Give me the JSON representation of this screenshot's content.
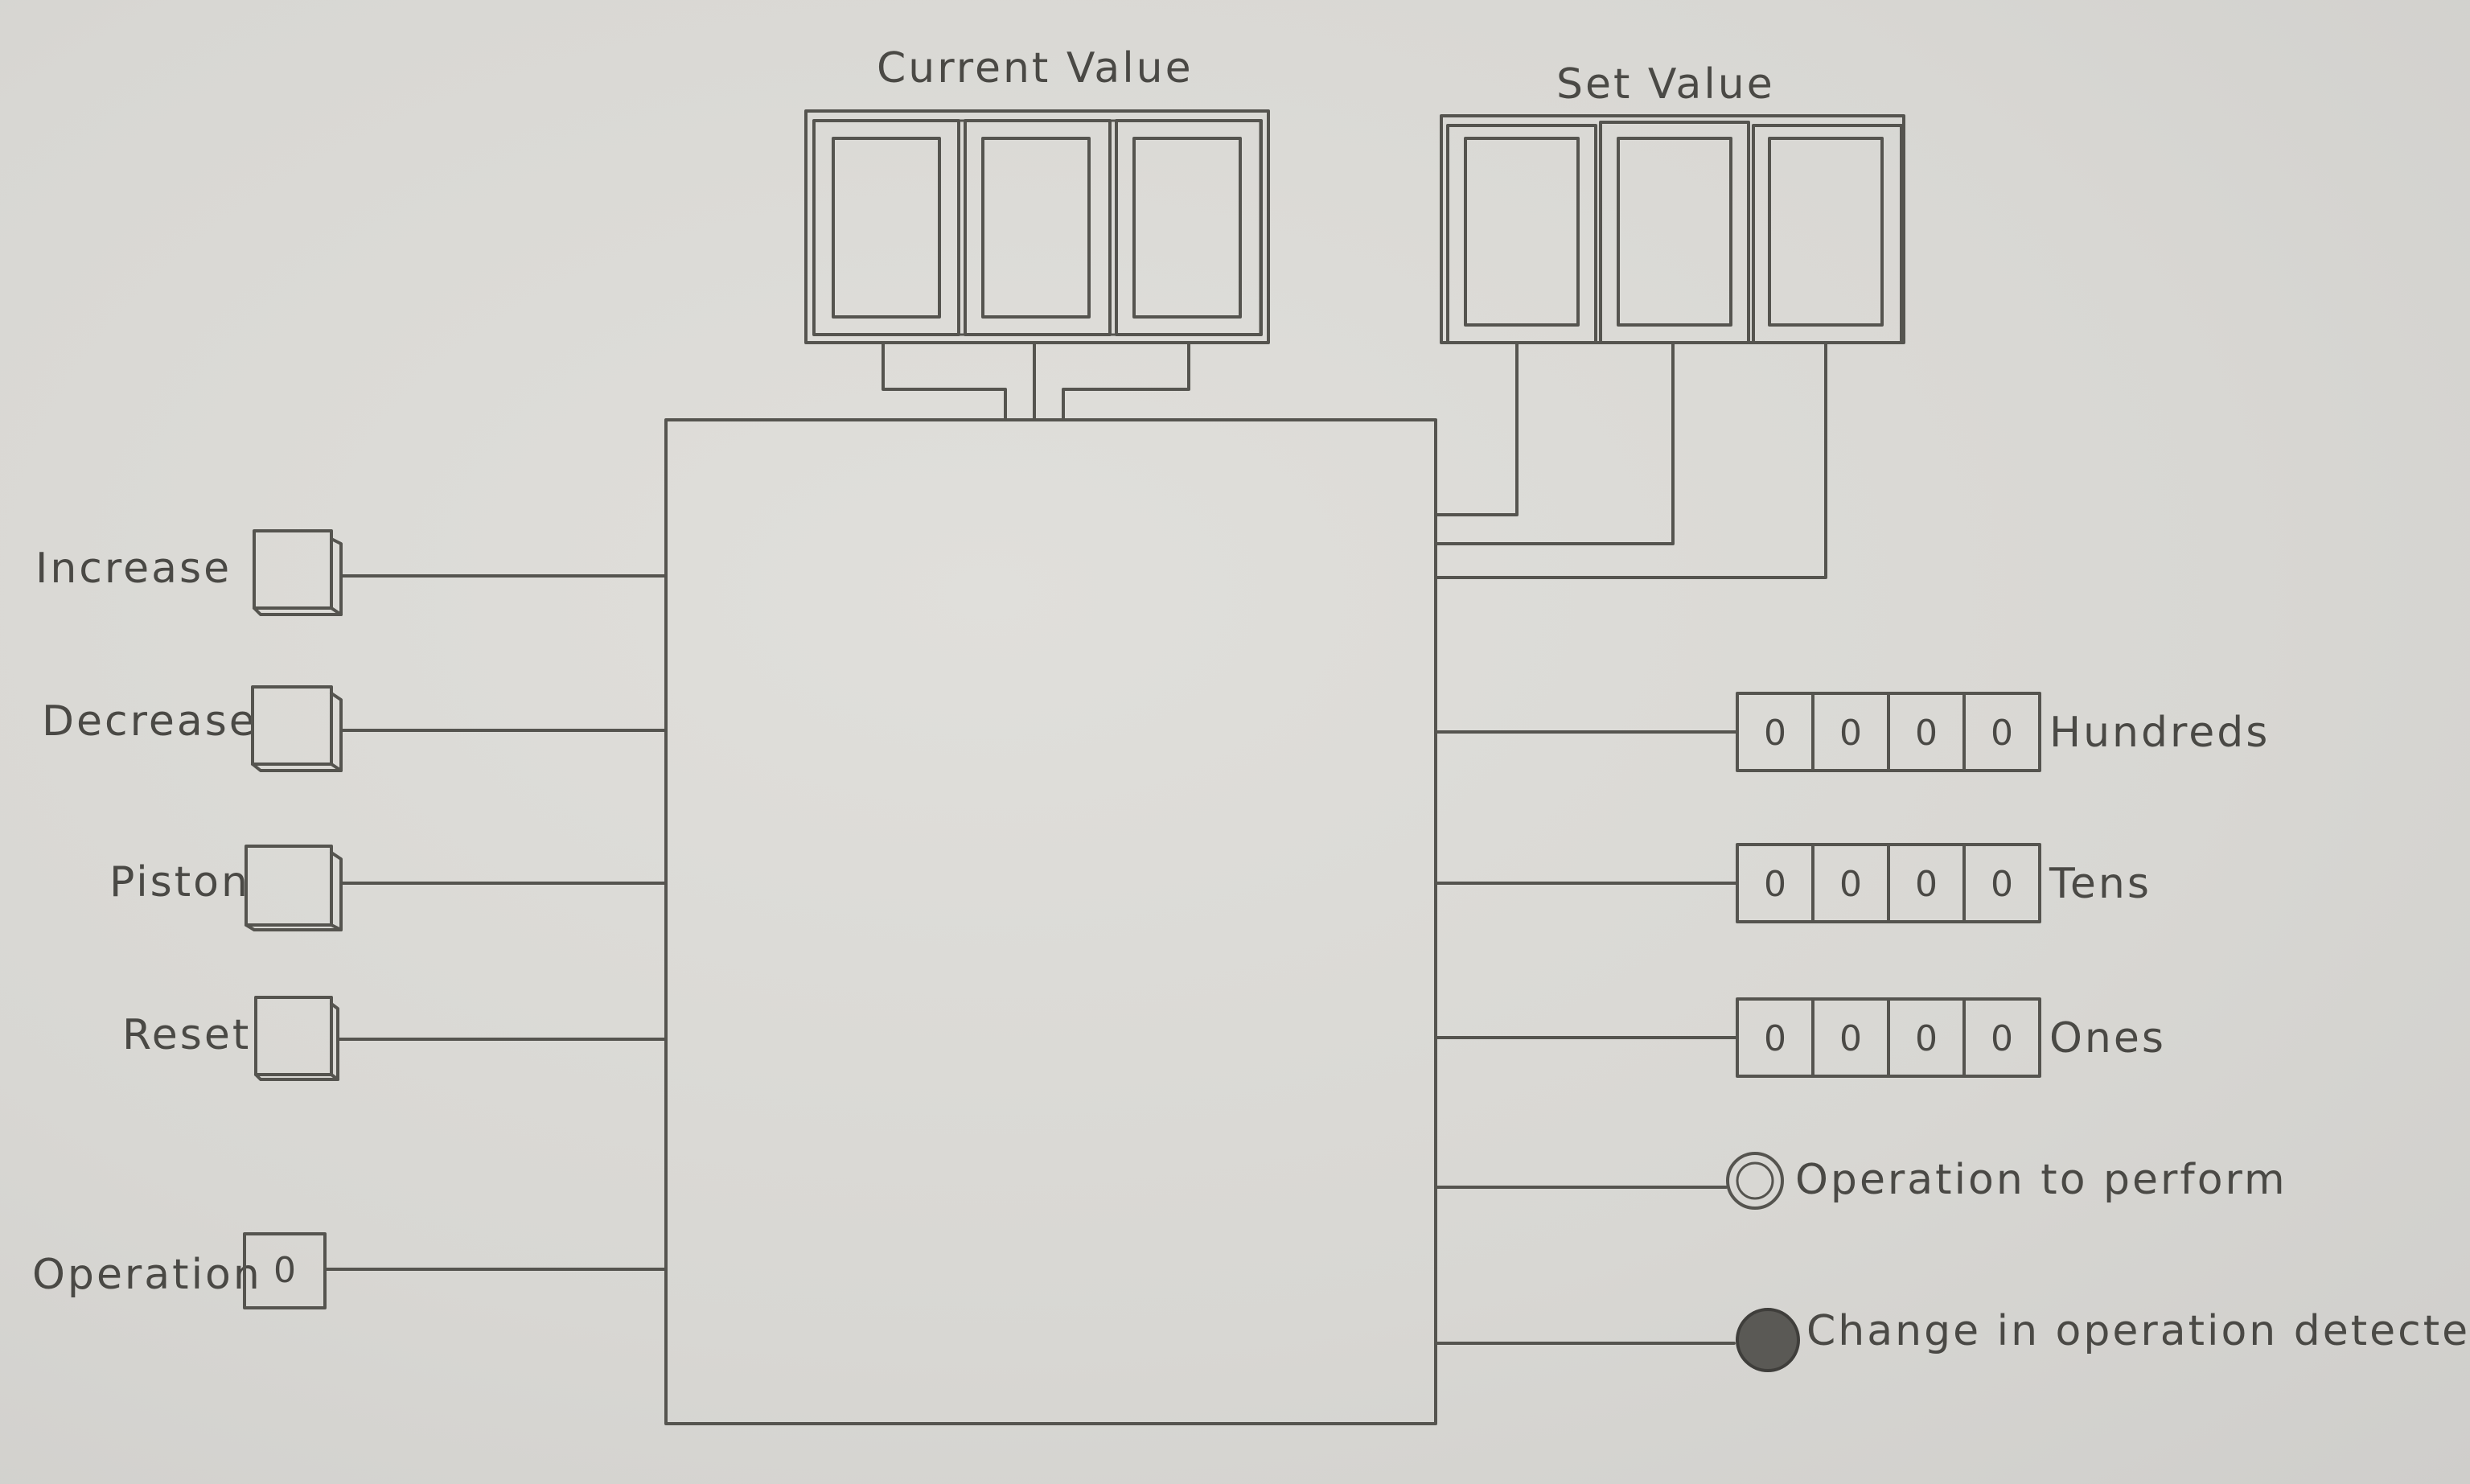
{
  "display_labels": {
    "current_value": "Current Value",
    "set_value": "Set Value"
  },
  "buttons": {
    "increase": "Increase",
    "decrease": "Decrease",
    "piston": "Piston",
    "reset": "Reset"
  },
  "operation_input": {
    "label": "Operation",
    "value": "0"
  },
  "led_rows": [
    {
      "label": "Hundreds",
      "leds": [
        "0",
        "0",
        "0",
        "0"
      ]
    },
    {
      "label": "Tens",
      "leds": [
        "0",
        "0",
        "0",
        "0"
      ]
    },
    {
      "label": "Ones",
      "leds": [
        "0",
        "0",
        "0",
        "0"
      ]
    }
  ],
  "indicators": {
    "operation_to_perform": {
      "label": "Operation to perform",
      "value": "0"
    },
    "change_detected": {
      "label": "Change in operation detected"
    }
  },
  "colors": {
    "pencil": "#55544f",
    "paper": "#d9d8d4",
    "filled_led": "#5a5955"
  }
}
